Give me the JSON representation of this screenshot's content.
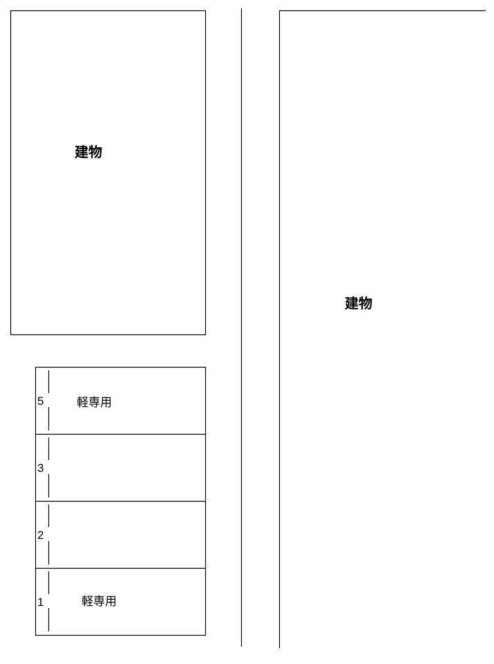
{
  "buildings": [
    {
      "label": "建物"
    },
    {
      "label": "建物"
    }
  ],
  "parking": {
    "slots": [
      {
        "number": "5",
        "note": "軽専用"
      },
      {
        "number": "3",
        "note": ""
      },
      {
        "number": "2",
        "note": ""
      },
      {
        "number": "1",
        "note": "軽専用"
      }
    ]
  }
}
